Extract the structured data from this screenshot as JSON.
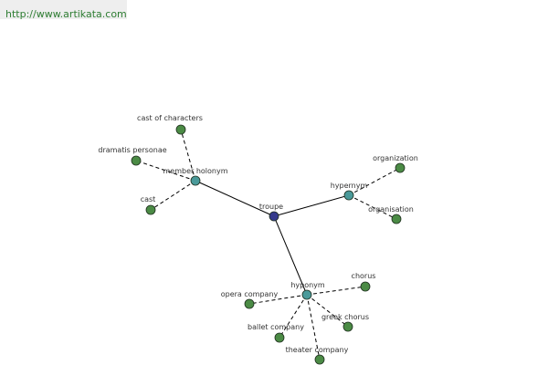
{
  "header": {
    "url": "http://www.artikata.com"
  },
  "graph": {
    "colors": {
      "center_node": "#353a8c",
      "relation_node": "#4a9a9a",
      "leaf_node": "#4b8b45",
      "node_stroke": "#1f2f1f",
      "edge": "#000000",
      "label": "#333333"
    },
    "nodes": [
      {
        "id": "troupe",
        "label": "troupe",
        "kind": "center"
      },
      {
        "id": "member-holonym",
        "label": "member holonym",
        "kind": "relation"
      },
      {
        "id": "hypernym",
        "label": "hypernym",
        "kind": "relation"
      },
      {
        "id": "hyponym",
        "label": "hyponym",
        "kind": "relation"
      },
      {
        "id": "cast-of-characters",
        "label": "cast of characters",
        "kind": "leaf"
      },
      {
        "id": "dramatis-personae",
        "label": "dramatis personae",
        "kind": "leaf"
      },
      {
        "id": "cast",
        "label": "cast",
        "kind": "leaf"
      },
      {
        "id": "organization",
        "label": "organization",
        "kind": "leaf"
      },
      {
        "id": "organisation",
        "label": "organisation",
        "kind": "leaf"
      },
      {
        "id": "chorus",
        "label": "chorus",
        "kind": "leaf"
      },
      {
        "id": "opera-company",
        "label": "opera company",
        "kind": "leaf"
      },
      {
        "id": "greek-chorus",
        "label": "greek chorus",
        "kind": "leaf"
      },
      {
        "id": "ballet-company",
        "label": "ballet company",
        "kind": "leaf"
      },
      {
        "id": "theater-company",
        "label": "theater company",
        "kind": "leaf"
      }
    ],
    "edges": [
      {
        "from": "troupe",
        "to": "member-holonym",
        "style": "solid"
      },
      {
        "from": "troupe",
        "to": "hypernym",
        "style": "solid"
      },
      {
        "from": "troupe",
        "to": "hyponym",
        "style": "solid"
      },
      {
        "from": "member-holonym",
        "to": "cast-of-characters",
        "style": "dashed"
      },
      {
        "from": "member-holonym",
        "to": "dramatis-personae",
        "style": "dashed"
      },
      {
        "from": "member-holonym",
        "to": "cast",
        "style": "dashed"
      },
      {
        "from": "hypernym",
        "to": "organization",
        "style": "dashed"
      },
      {
        "from": "hypernym",
        "to": "organisation",
        "style": "dashed"
      },
      {
        "from": "hyponym",
        "to": "chorus",
        "style": "dashed"
      },
      {
        "from": "hyponym",
        "to": "opera-company",
        "style": "dashed"
      },
      {
        "from": "hyponym",
        "to": "greek-chorus",
        "style": "dashed"
      },
      {
        "from": "hyponym",
        "to": "ballet-company",
        "style": "dashed"
      },
      {
        "from": "hyponym",
        "to": "theater-company",
        "style": "dashed"
      }
    ]
  }
}
